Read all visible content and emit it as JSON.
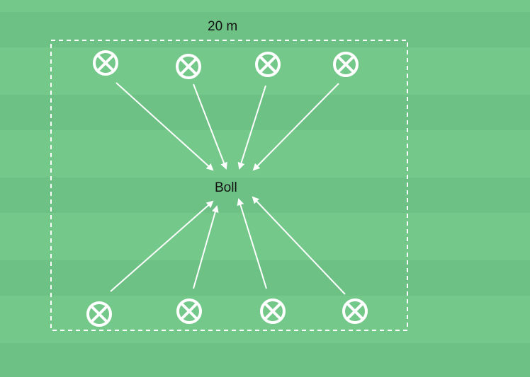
{
  "field": {
    "dimension_label": "20 m",
    "center_label": "Boll"
  },
  "colors": {
    "grass_light": "#74c98a",
    "grass_dark": "#6ec185",
    "marking": "#ffffff"
  },
  "players": {
    "top_count": 4,
    "bottom_count": 4
  }
}
